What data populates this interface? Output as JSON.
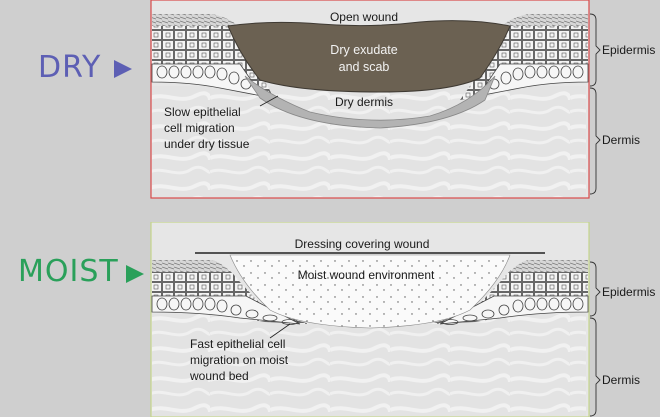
{
  "dry": {
    "side_label": "DRY",
    "title": "Open wound",
    "exudate": [
      "Dry exudate",
      "and scab"
    ],
    "dermis_label": "Dry dermis",
    "migration": [
      "Slow epithelial",
      "cell migration",
      "under dry tissue"
    ],
    "epidermis": "Epidermis",
    "dermis": "Dermis"
  },
  "moist": {
    "side_label": "MOIST",
    "title": "Dressing covering wound",
    "environment": "Moist wound environment",
    "migration": [
      "Fast epithelial cell",
      "migration on moist",
      "wound bed"
    ],
    "epidermis": "Epidermis",
    "dermis": "Dermis"
  },
  "colors": {
    "dry_accent": "#5d5fb4",
    "moist_accent": "#2aa05a",
    "dry_border": "#d94a4a",
    "moist_border": "#c4d58a",
    "scab": "#6b6152",
    "dry_dermis": "#b3b3b3"
  }
}
